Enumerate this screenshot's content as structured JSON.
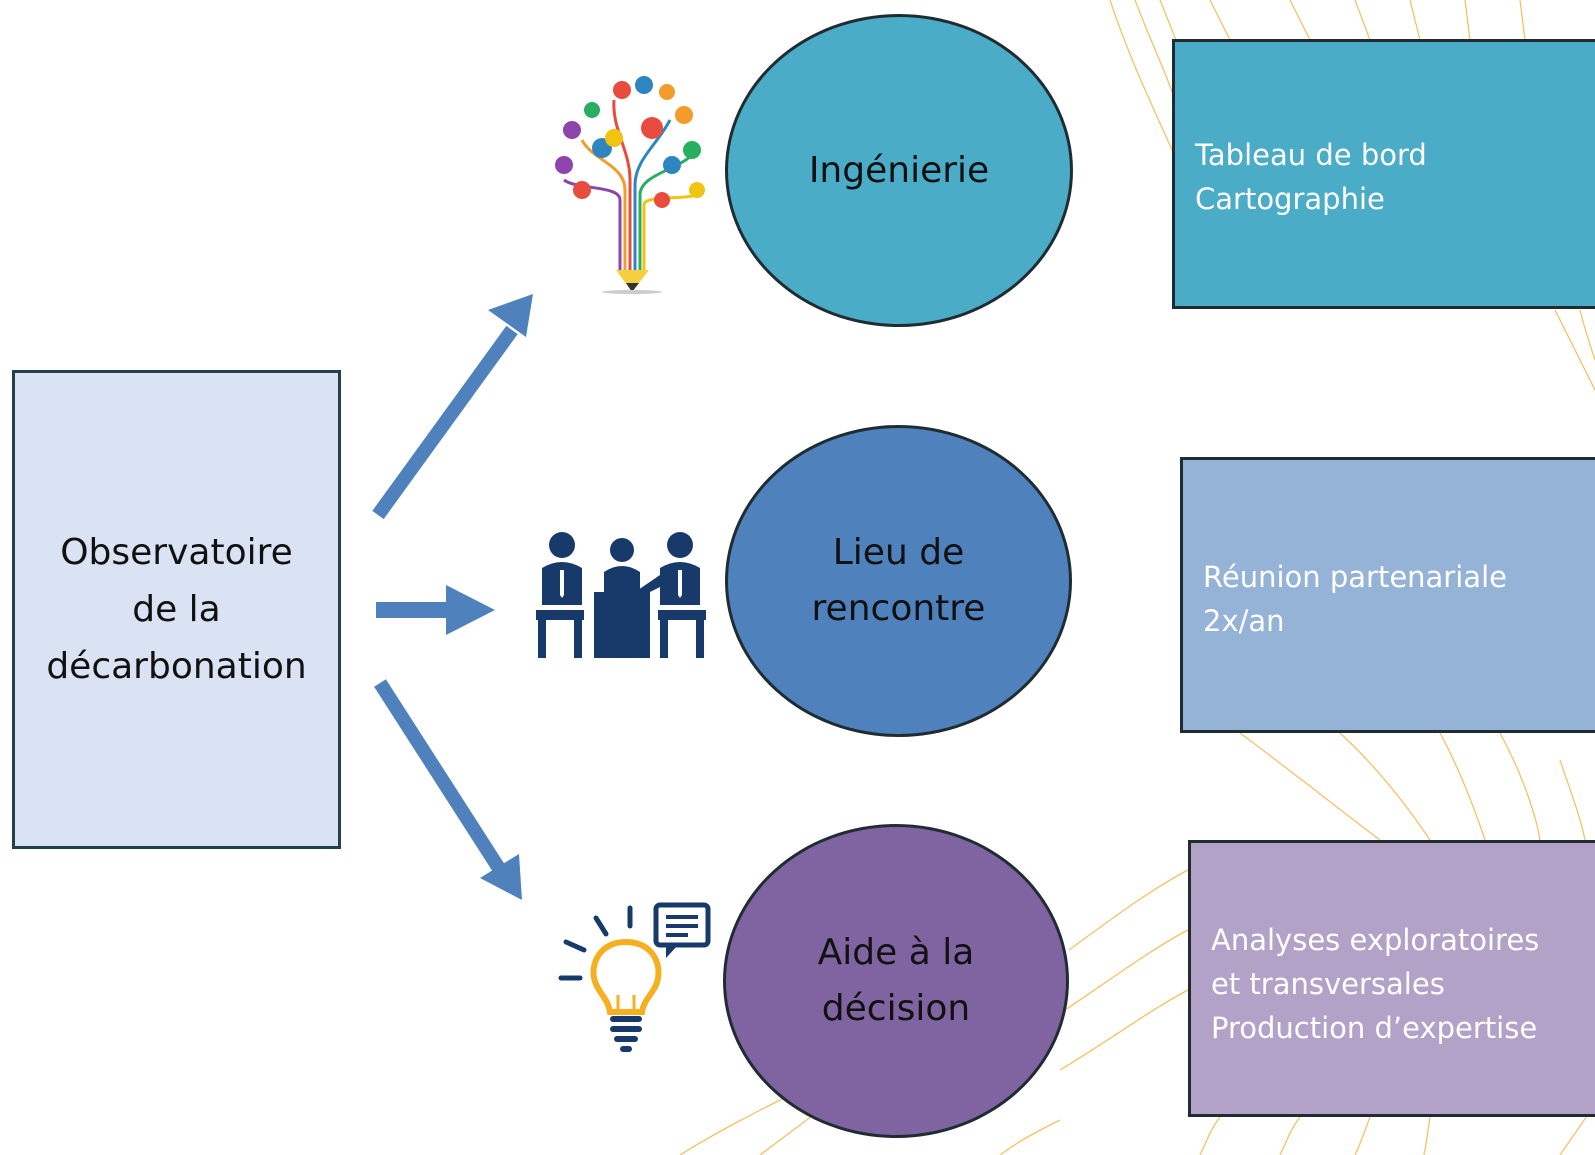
{
  "source": {
    "label": "Observatoire\nde la\ndécarbonation"
  },
  "branches": [
    {
      "circle_label": "Ingénierie",
      "box_text": "Tableau de bord\nCartographie",
      "icon": "idea-tree-pencil-icon",
      "circle_color": "#4aacc6",
      "box_color": "#4aacc6"
    },
    {
      "circle_label": "Lieu de\nrencontre",
      "box_text": "Réunion partenariale\n2x/an",
      "icon": "meeting-people-icon",
      "circle_color": "#4f81bd",
      "box_color": "#95b3d7"
    },
    {
      "circle_label": "Aide à la\ndécision",
      "box_text": "Analyses exploratoires\net transversales\nProduction d’expertise",
      "icon": "lightbulb-chat-icon",
      "circle_color": "#8064a2",
      "box_color": "#b2a2c7"
    }
  ],
  "colors": {
    "arrow": "#4f81bd",
    "source_fill": "#dae3f3",
    "decoration_line": "#f5b74a"
  }
}
